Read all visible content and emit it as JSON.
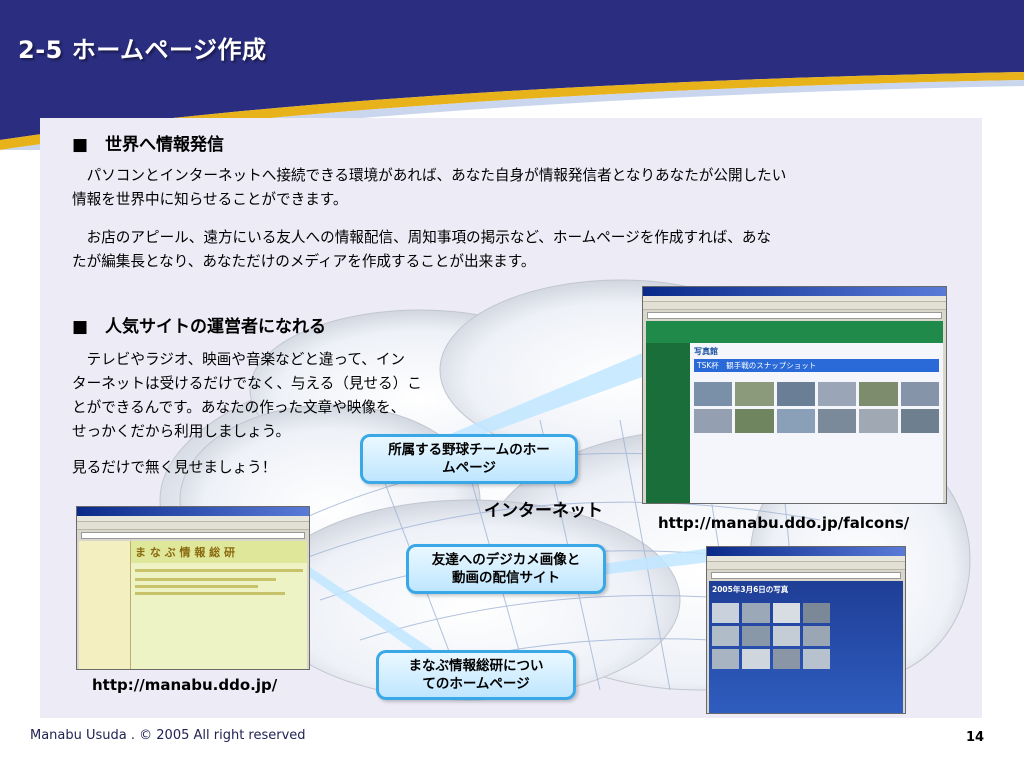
{
  "slide": {
    "title": "2-5  ホームページ作成",
    "footer": "Manabu Usuda . © 2005 All right reserved",
    "page_number": "14"
  },
  "section1": {
    "heading": "■　世界へ情報発信",
    "para1_line1": "　パソコンとインターネットへ接続できる環境があれば、あなた自身が情報発信者となりあなたが公開したい",
    "para1_line2": "情報を世界中に知らせることができます。",
    "para2_line1": "　お店のアピール、遠方にいる友人への情報配信、周知事項の掲示など、ホームページを作成すれば、あな",
    "para2_line2": "たが編集長となり、あなただけのメディアを作成することが出来ます。"
  },
  "section2": {
    "heading": "■　人気サイトの運営者になれる",
    "line1": "　テレビやラジオ、映画や音楽などと違って、イン",
    "line2": "ターネットは受けるだけでなく、与える（見せる）こ",
    "line3": "とができるんです。あなたの作った文章や映像を、",
    "line4": "せっかくだから利用しましょう。",
    "line5": "見るだけで無く見せましょう！"
  },
  "diagram": {
    "internet_label": "インターネット",
    "callouts": [
      {
        "line1": "所属する野球チームのホー",
        "line2": "ムページ"
      },
      {
        "line1": "友達へのデジカメ画像と",
        "line2": "動画の配信サイト"
      },
      {
        "line1": "まなぶ情報総研につい",
        "line2": "てのホームページ"
      }
    ],
    "urls": {
      "falcons": "http://manabu.ddo.jp/falcons/",
      "home": "http://manabu.ddo.jp/"
    },
    "screenshots": {
      "falcons_banner": "TSK杯　観手戦のスナップショット",
      "falcons_section": "写真館",
      "photo_site_heading": "2005年3月6日の写真",
      "manabu_title": "ま な ぶ 情 報 総 研"
    }
  },
  "colors": {
    "header_navy": "#2b2e80",
    "header_gold": "#e8b21a",
    "panel_bg": "#ecebf6",
    "callout_border": "#3aa7e6"
  }
}
